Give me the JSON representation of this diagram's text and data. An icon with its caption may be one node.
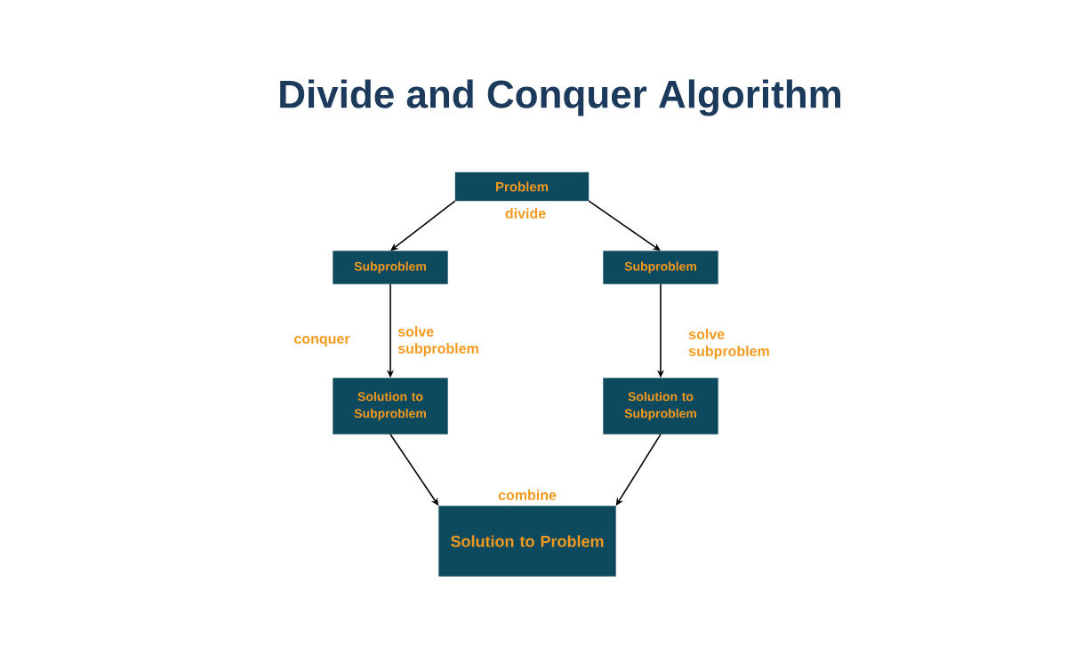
{
  "diagram": {
    "title": "Divide and Conquer Algorithm",
    "nodes": [
      {
        "text": [
          "Problem"
        ]
      },
      {
        "text": [
          "Subproblem"
        ]
      },
      {
        "text": [
          "Subproblem"
        ]
      },
      {
        "text": [
          "Solution to Subproblem"
        ]
      },
      {
        "text": [
          "Solution to Subproblem"
        ]
      },
      {
        "text": [
          "Solution to Problem"
        ]
      }
    ],
    "edges": [
      {
        "from": 0,
        "to": 1,
        "arrow": "to"
      },
      {
        "from": 0,
        "to": 2,
        "arrow": "to"
      },
      {
        "from": 1,
        "to": 3,
        "arrow": "to",
        "label": "solve subproblem"
      },
      {
        "from": 2,
        "to": 4,
        "arrow": "to",
        "label": "solve subproblem"
      },
      {
        "from": 3,
        "to": 5,
        "arrow": "to"
      },
      {
        "from": 4,
        "to": 5,
        "arrow": "to"
      }
    ],
    "labels": [
      "divide",
      "conquer",
      "combine"
    ]
  }
}
